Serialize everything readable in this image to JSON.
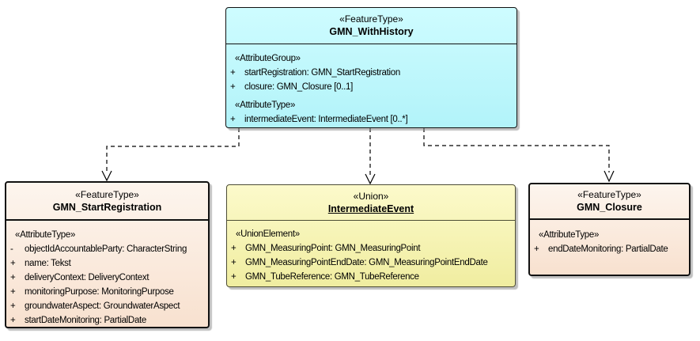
{
  "colors": {
    "canvas-bg": "#ffffff",
    "cyan-top": "#cefcff",
    "cyan-bottom": "#b2f3f9",
    "peach-top": "#fdf5ee",
    "peach-bottom": "#f8e1cf",
    "yellow-top": "#fcfacb",
    "yellow-bottom": "#f0eda0",
    "yellow-border": "#4d4d35",
    "border-dark": "#111111",
    "connector": "#000000"
  },
  "boxes": {
    "withHistory": {
      "stereotype": "«FeatureType»",
      "name": "GMN_WithHistory",
      "rows": [
        {
          "prefix": "",
          "text": "«AttributeGroup»"
        },
        {
          "prefix": "+",
          "text": "startRegistration: GMN_StartRegistration"
        },
        {
          "prefix": "+",
          "text": "closure: GMN_Closure [0..1]"
        },
        {
          "prefix": "",
          "text": "«AttributeType»"
        },
        {
          "prefix": "+",
          "text": "intermediateEvent: IntermediateEvent [0..*]"
        }
      ]
    },
    "startRegistration": {
      "stereotype": "«FeatureType»",
      "name": "GMN_StartRegistration",
      "rows": [
        {
          "prefix": "",
          "text": "«AttributeType»"
        },
        {
          "prefix": "-",
          "text": "objectIdAccountableParty: CharacterString"
        },
        {
          "prefix": "+",
          "text": "name: Tekst"
        },
        {
          "prefix": "+",
          "text": "deliveryContext: DeliveryContext"
        },
        {
          "prefix": "+",
          "text": "monitoringPurpose: MonitoringPurpose"
        },
        {
          "prefix": "+",
          "text": "groundwaterAspect: GroundwaterAspect"
        },
        {
          "prefix": "+",
          "text": "startDateMonitoring: PartialDate"
        }
      ]
    },
    "intermediateEvent": {
      "stereotype": "«Union»",
      "name": "IntermediateEvent",
      "rows": [
        {
          "prefix": "",
          "text": "«UnionElement»"
        },
        {
          "prefix": "+",
          "text": "GMN_MeasuringPoint: GMN_MeasuringPoint"
        },
        {
          "prefix": "+",
          "text": "GMN_MeasuringPointEndDate: GMN_MeasuringPointEndDate"
        },
        {
          "prefix": "+",
          "text": "GMN_TubeReference: GMN_TubeReference"
        }
      ]
    },
    "closure": {
      "stereotype": "«FeatureType»",
      "name": "GMN_Closure",
      "rows": [
        {
          "prefix": "",
          "text": "«AttributeType»"
        },
        {
          "prefix": "+",
          "text": "endDateMonitoring: PartialDate"
        }
      ]
    }
  },
  "connectors": [
    {
      "from": "GMN_WithHistory",
      "to": "GMN_StartRegistration",
      "line": "dashed",
      "arrow": "open"
    },
    {
      "from": "GMN_WithHistory",
      "to": "IntermediateEvent",
      "line": "dashed",
      "arrow": "open"
    },
    {
      "from": "GMN_WithHistory",
      "to": "GMN_Closure",
      "line": "dashed",
      "arrow": "open"
    }
  ]
}
